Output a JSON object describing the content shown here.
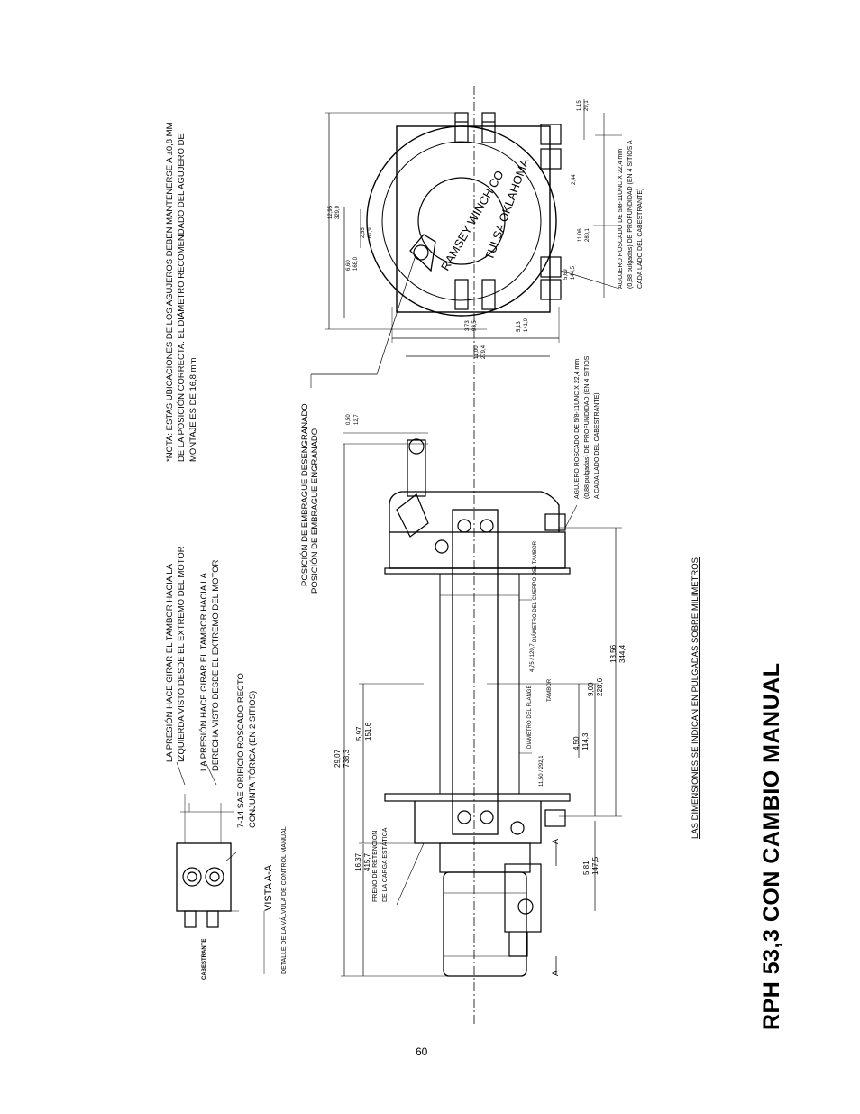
{
  "title": "RPH 53,3 CON CAMBIO MANUAL",
  "page_number": "60",
  "units_note": "LAS DIMENSIONES SE INDICAN EN PULGADAS SOBRE MILÍMETROS",
  "top_note": {
    "line1": "*NOTA: ESTAS UBICACIONES DE LOS AGUJEROS DEBEN MANTENERSE A ±0,8 MM",
    "line2": "DE LA POSICIÓN CORRECTA. EL DIÁMETRO RECOMENDADO DEL AGUJERO DE",
    "line3": "MONTAJE ES DE 16,8 mm"
  },
  "pressure_notes": {
    "left_1": "LA PRESIÓN HACE GIRAR EL TAMBOR HACIA LA",
    "left_2": "IZQUIERDA VISTO DESDE EL EXTREMO DEL MOTOR",
    "right_1": "LA PRESIÓN HACE GIRAR EL TAMBOR HACIA LA",
    "right_2": "DERECHA VISTO DESDE EL EXTREMO DEL MOTOR",
    "sae_1": "7-14 SAE ORIFICIO ROSCADO RECTO",
    "sae_2": "CONJUNTA TÓRICA (EN 2 SITIOS)"
  },
  "view_detail": {
    "vista": "VISTA A-A",
    "detalle": "DETALLE DE LA VÁLVULA DE CONTROL MANUAL",
    "cabestrante": "CABESTRANTE"
  },
  "clutch": {
    "disengaged": "POSICIÓN DE EMBRAGUE DESENGRANADO",
    "engaged": "POSICIÓN DE EMBRAGUE ENGRANADO"
  },
  "hole_notes": {
    "bottom_1": "AGUJERO ROSCADO DE 5/8-11UNC X 22,4 mm",
    "bottom_2": "(0,88 pulgadas) DE PROFUNDIDAD (EN 4 SITIOS",
    "bottom_3": "A CADA LADO DEL CABESTRANTE)",
    "right_1": "AGUJERO ROSCADO DE 5/8-11UNC X 22,4 mm",
    "right_2": "(0,88 pulgadas) DE PROFUNDIDAD (EN 4 SITIOS A",
    "right_3": "CADA LADO DEL CABESTRANTE)"
  },
  "brake_note": {
    "line1": "FRENO DE RETENCIÓN",
    "line2": "DE LA CARGA ESTÁTICA"
  },
  "logo_text": {
    "line1": "RAMSEY WINCH CO",
    "line2": "TULSA OKLAHOMA"
  },
  "dimensions": {
    "d_29_07": "29,07",
    "d_738_3": "738,3",
    "d_16_37": "16,37",
    "d_415_7": "415,7",
    "d_5_97": "5,97",
    "d_151_6": "151,6",
    "d_13_56": "13,56",
    "d_344_4": "344,4",
    "d_9_00": "9,00",
    "d_228_6": "228,6",
    "d_4_50": "4,50",
    "d_114_3": "114,3",
    "d_5_81": "5,81",
    "d_147_5": "147,5",
    "d_0_50": "0,50",
    "d_12_7": "12,7",
    "d_12_95": "12,95",
    "d_329_0": "329,0",
    "d_11_00": "11,00",
    "d_279_4": "279,4",
    "d_6_60": "6,60",
    "d_168_0": "168,0",
    "d_3_73": "3,73",
    "d_98_5": "98,5",
    "d_5_13": "5,13",
    "d_141_0": "141,0",
    "d_5_69": "5,69",
    "d_144_5": "144,5",
    "d_11_06": "11,06",
    "d_280_1": "280,1",
    "d_1_15": "1,15",
    "d_29_1": "29,1",
    "d_2_44": "2,44",
    "d_2_55": "2,55",
    "d_61_9": "61,9"
  },
  "drum_labels": {
    "flange": "DIÁMETRO DEL FLANGE",
    "drum": "DIÁMETRO DEL CUERPO DEL TAMBOR",
    "tambor": "TAMBOR",
    "flange_dim": "11,50 / 292,1",
    "drum_dim": "4,75 / 120,7",
    "cl": "℄"
  },
  "section_marks": {
    "a": "A"
  }
}
